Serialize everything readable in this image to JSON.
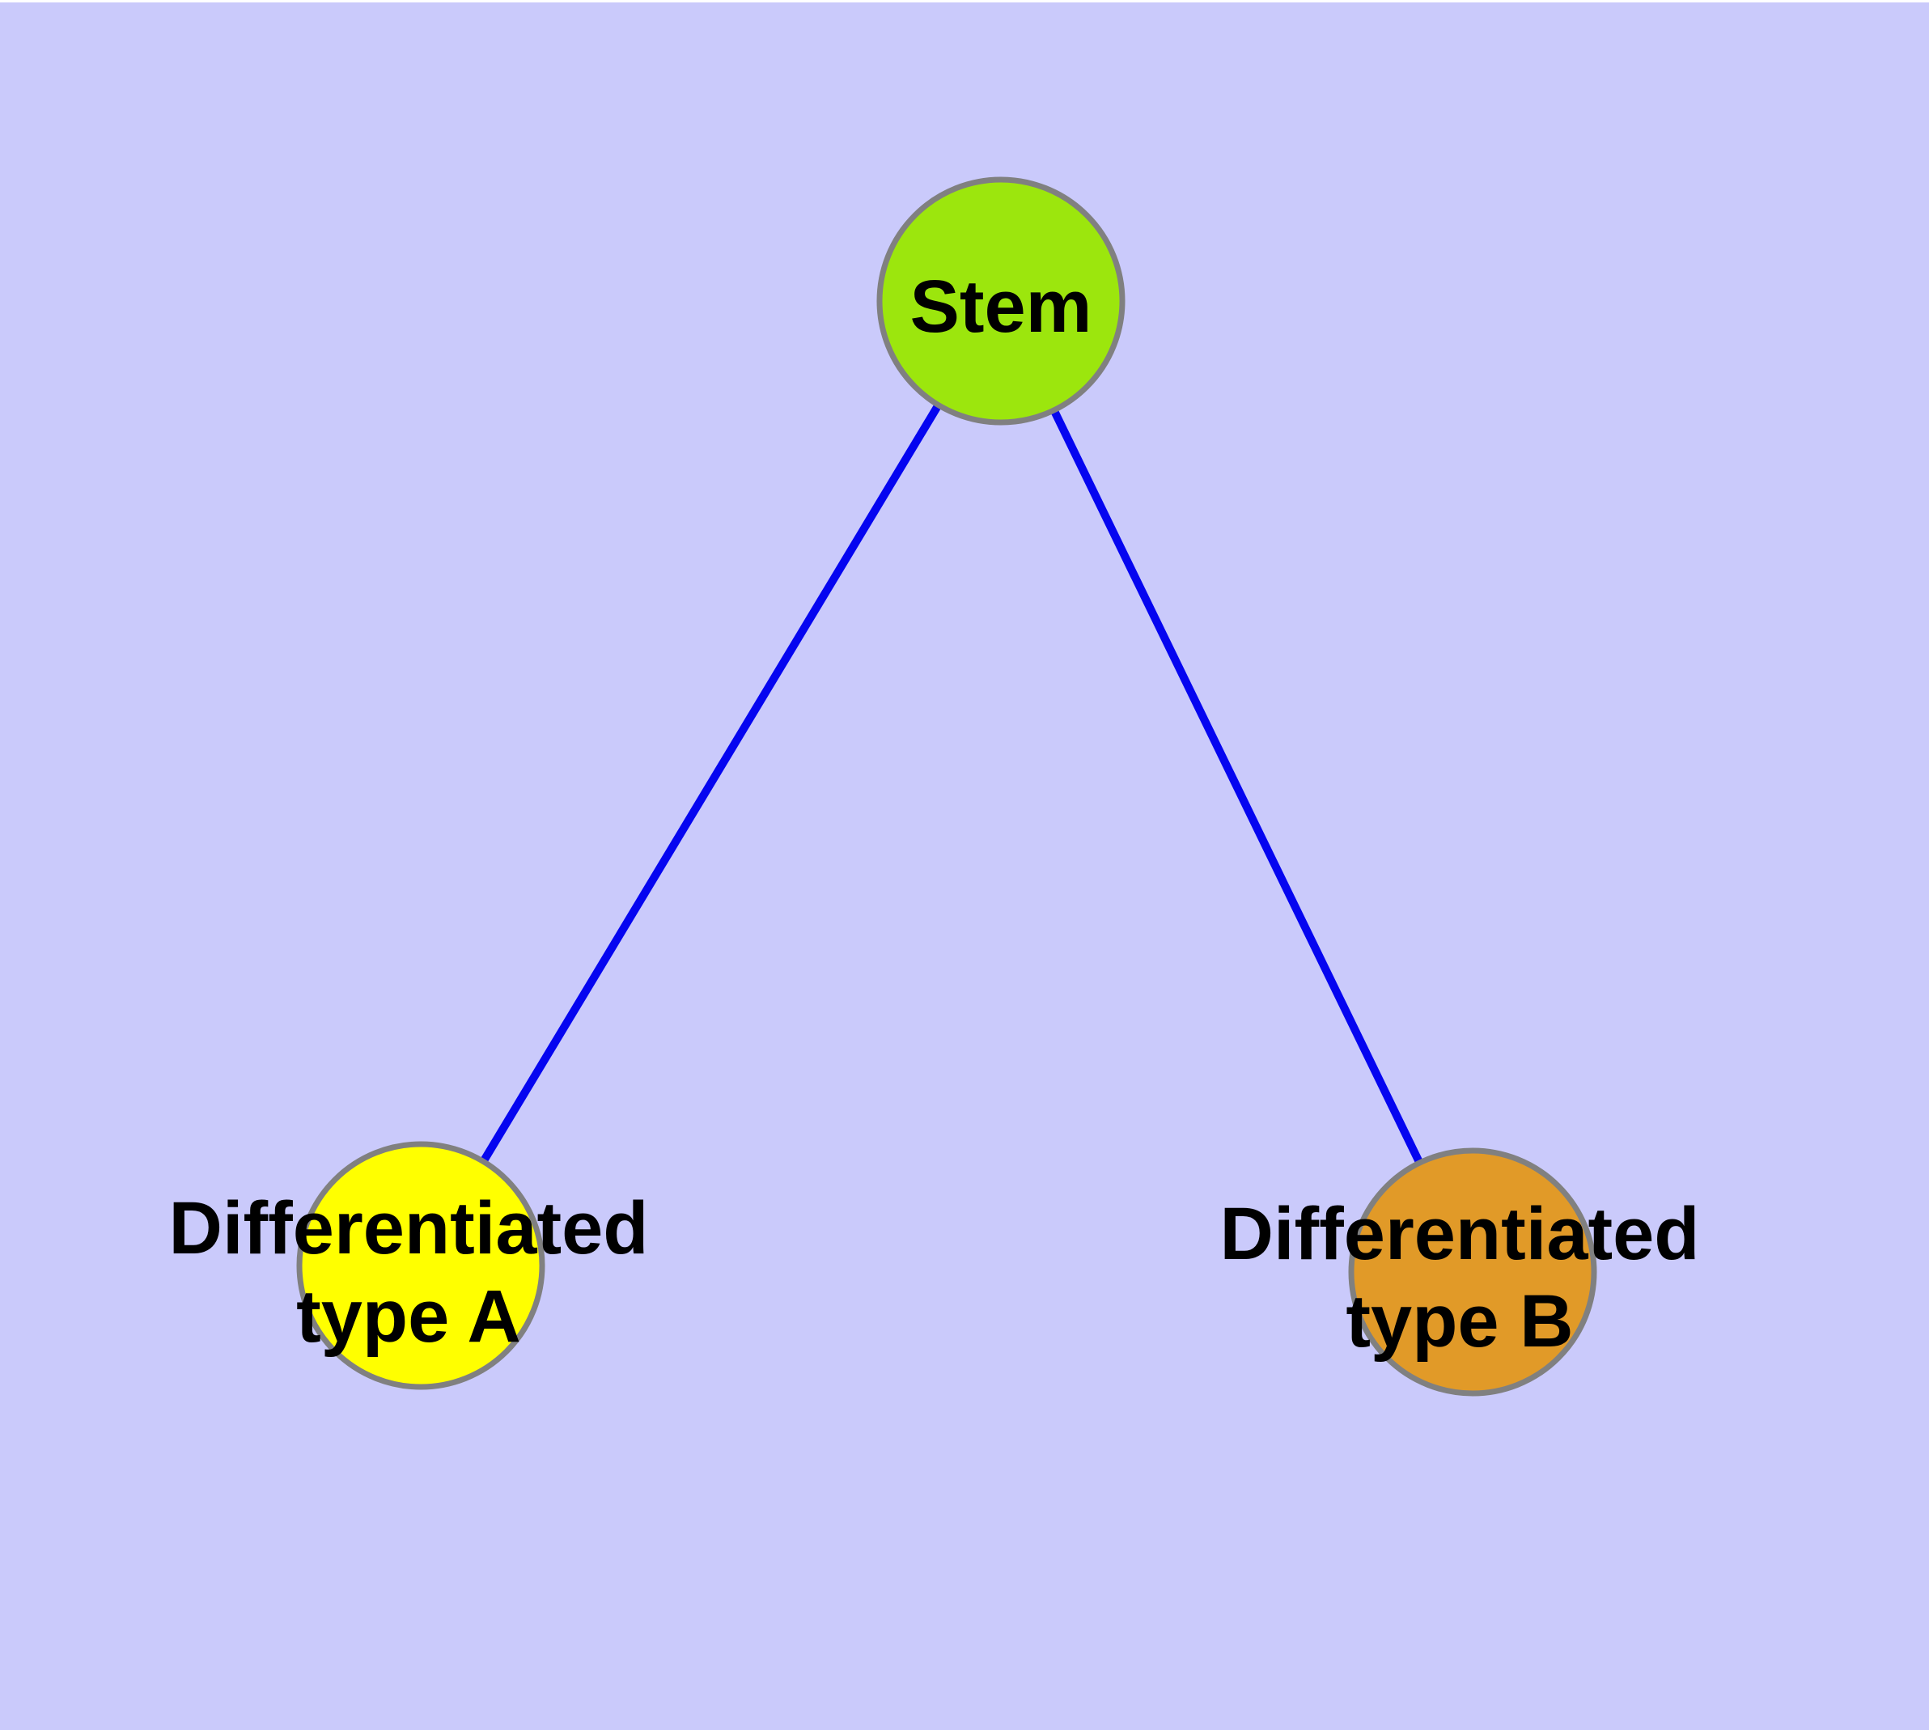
{
  "diagram": {
    "background_color": "#CACAFB",
    "top_margin_color": "#FFFFFF",
    "edge_color": "#0505F0",
    "node_border_color": "#808080",
    "label_color": "#000000",
    "nodes": [
      {
        "id": "stem",
        "label": "Stem",
        "fill": "#9CE60D"
      },
      {
        "id": "differentiated-type-a",
        "label": "Differentiated type A",
        "label_line1": "Differentiated",
        "label_line2": "type A",
        "fill": "#FFFF00"
      },
      {
        "id": "differentiated-type-b",
        "label": "Differentiated type B",
        "label_line1": "Differentiated",
        "label_line2": "type B",
        "fill": "#E19A28"
      }
    ],
    "edges": [
      {
        "from": "stem",
        "to": "differentiated-type-a"
      },
      {
        "from": "stem",
        "to": "differentiated-type-b"
      }
    ]
  }
}
